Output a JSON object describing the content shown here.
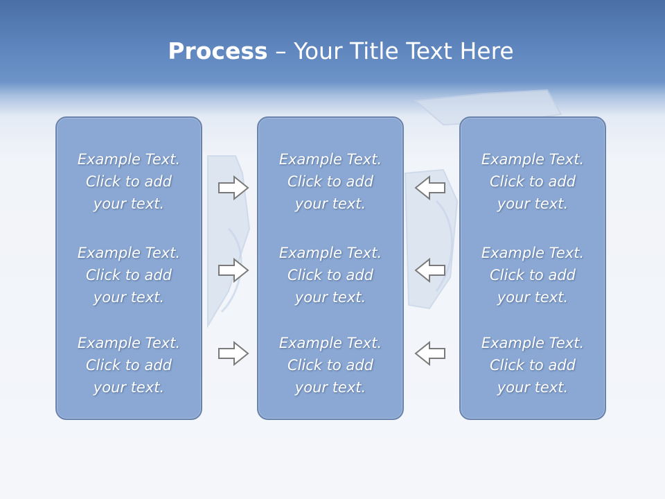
{
  "title": {
    "bold": "Process",
    "rest": " – Your Title Text Here"
  },
  "columns": [
    {
      "blocks": [
        {
          "line1": "Example Text.",
          "line2": "Click  to add",
          "line3": "your text."
        },
        {
          "line1": "Example Text.",
          "line2": "Click  to add",
          "line3": "your text."
        },
        {
          "line1": "Example Text.",
          "line2": "Click  to add",
          "line3": "your text."
        }
      ]
    },
    {
      "blocks": [
        {
          "line1": "Example Text.",
          "line2": "Click  to add",
          "line3": "your text."
        },
        {
          "line1": "Example Text.",
          "line2": "Click  to add",
          "line3": "your text."
        },
        {
          "line1": "Example Text.",
          "line2": "Click  to add",
          "line3": "your text."
        }
      ]
    },
    {
      "blocks": [
        {
          "line1": "Example Text.",
          "line2": "Click  to add",
          "line3": "your text."
        },
        {
          "line1": "Example Text.",
          "line2": "Click  to add",
          "line3": "your text."
        },
        {
          "line1": "Example Text.",
          "line2": "Click  to add",
          "line3": "your text."
        }
      ]
    }
  ],
  "arrows": {
    "left_group": "right-arrow-icon",
    "right_group": "left-arrow-icon"
  },
  "colors": {
    "header": "#4a6fa6",
    "box_fill": "#8aa8d3",
    "box_border": "#6a83ac",
    "arrow_fill": "#ffffff",
    "arrow_stroke": "#7a7a7a"
  }
}
